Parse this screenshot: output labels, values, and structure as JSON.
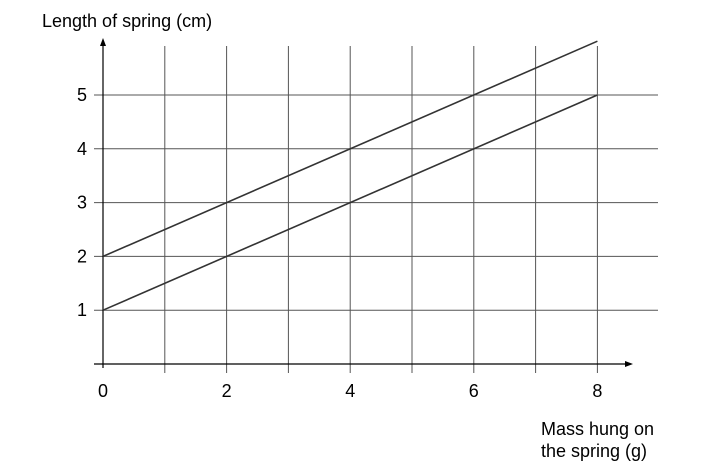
{
  "chart_data": {
    "type": "line",
    "title": "",
    "ylabel": "Length of spring (cm)",
    "xlabel": [
      "Mass hung on",
      "the spring (g)"
    ],
    "xlim": [
      0,
      8.4
    ],
    "ylim": [
      0,
      5.8
    ],
    "x_ticks": [
      0,
      2,
      4,
      6,
      8
    ],
    "y_ticks": [
      1,
      2,
      3,
      4,
      5
    ],
    "x_gridlines": [
      1,
      2,
      3,
      4,
      5,
      6,
      7,
      8
    ],
    "y_gridlines": [
      1,
      2,
      3,
      4,
      5
    ],
    "grid": true,
    "series": [
      {
        "x": [
          0,
          8
        ],
        "y": [
          2,
          6
        ],
        "color": "#333333"
      },
      {
        "x": [
          0,
          8
        ],
        "y": [
          1,
          5
        ],
        "color": "#333333"
      }
    ]
  }
}
